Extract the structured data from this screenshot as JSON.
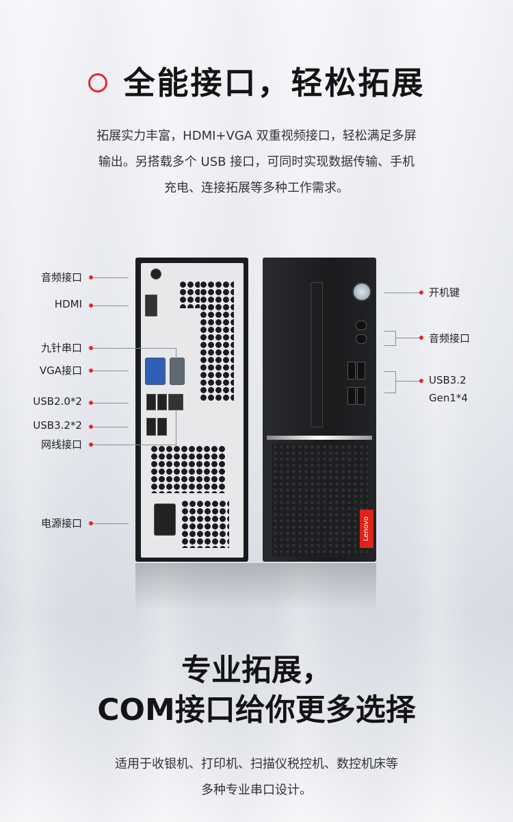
{
  "section1": {
    "title": "全能接口，轻松拓展",
    "desc": [
      "拓展实力丰富，HDMI+VGA 双重视频接口，轻松满足多屏",
      "输出。另搭载多个 USB 接口，可同时实现数据传输、手机",
      "充电、连接拓展等多种工作需求。"
    ]
  },
  "back_labels": [
    "音频接口",
    "HDMI",
    "九针串口",
    "VGA接口",
    "USB2.0*2",
    "USB3.2*2",
    "网线接口",
    "电源接口"
  ],
  "front_labels": {
    "power": "开机键",
    "audio": "音频接口",
    "usb_line1": "USB3.2",
    "usb_line2": "Gen1*4"
  },
  "brand": "Lenovo",
  "section2": {
    "title_line1": "专业拓展，",
    "title_line2": "COM接口给你更多选择",
    "desc": [
      "适用于收银机、打印机、扫描仪税控机、数控机床等",
      "多种专业串口设计。"
    ]
  },
  "colors": {
    "accent": "#e5262b",
    "title": "#141414",
    "body": "#333333"
  }
}
